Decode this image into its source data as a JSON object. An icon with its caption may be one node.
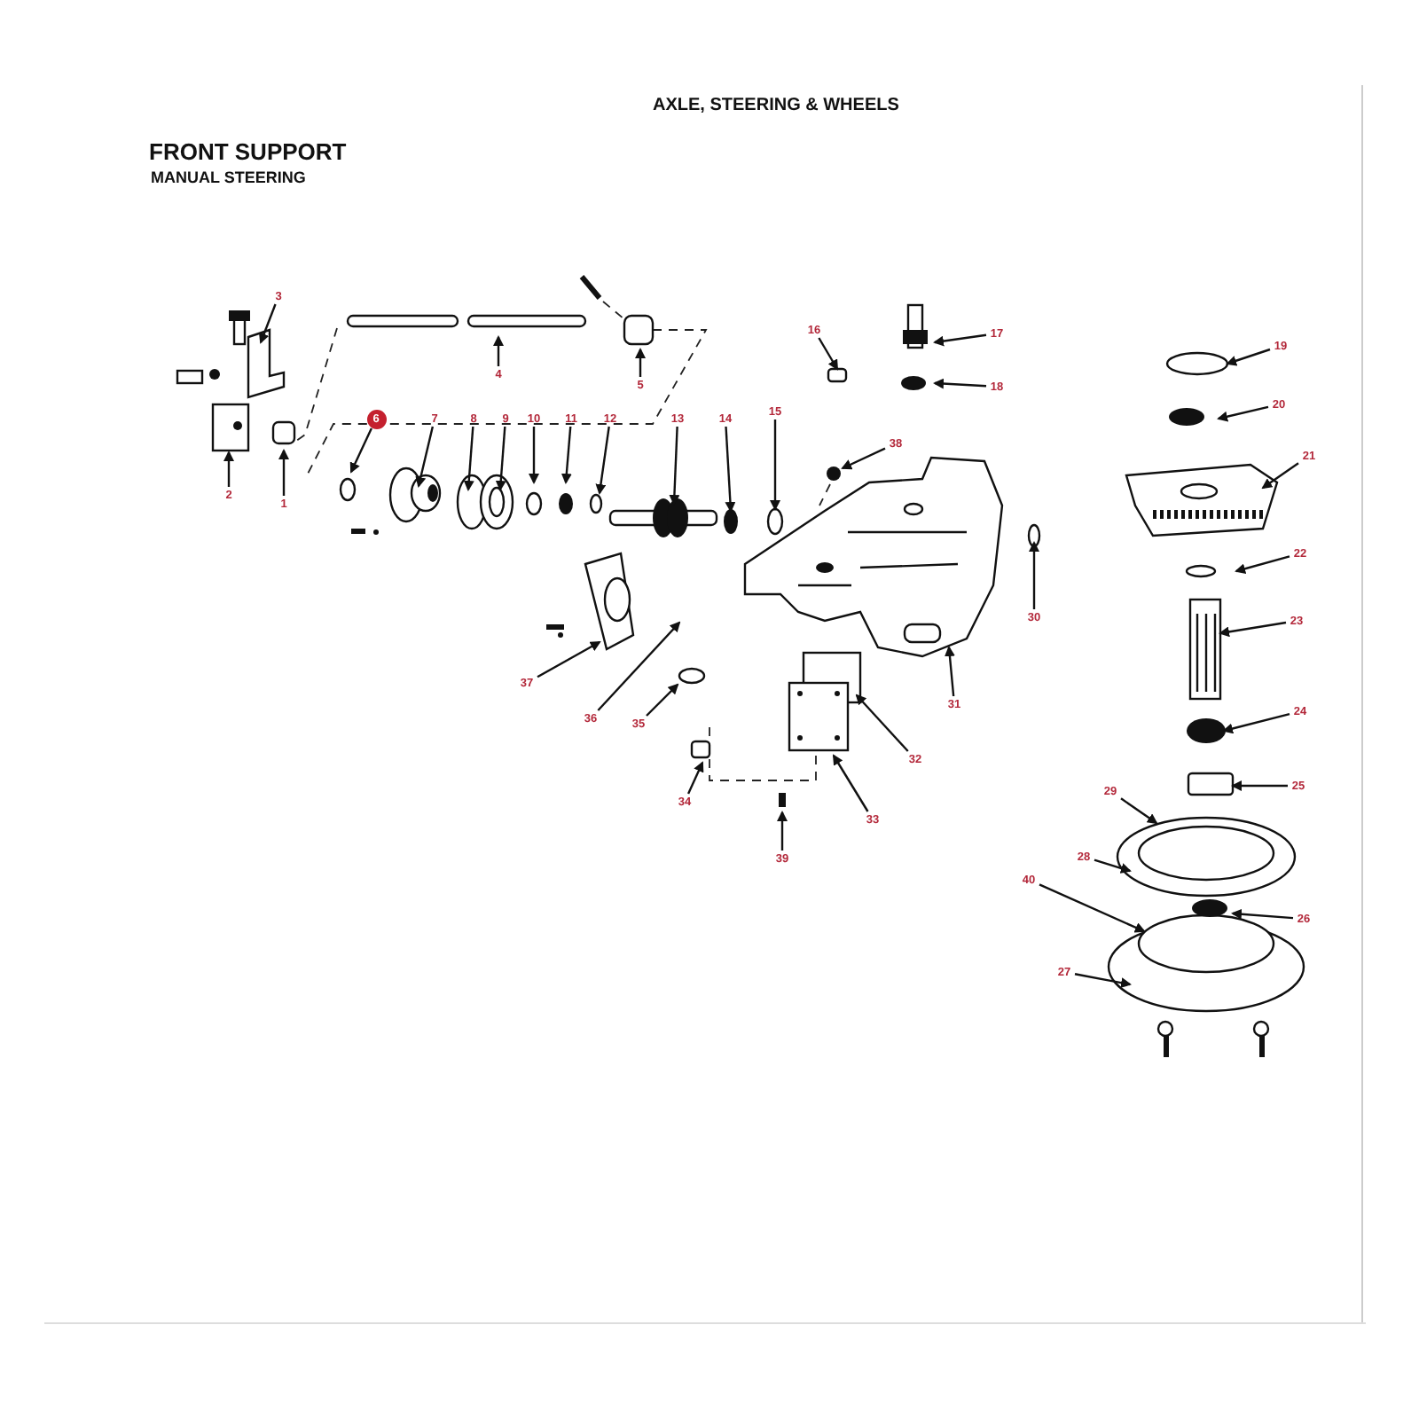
{
  "diagram": {
    "title": "FRONT SUPPORT",
    "labels": [
      "AXLE, STEERING & WHEELS",
      "MANUAL STEERING"
    ],
    "nodes": [
      {
        "text": [
          "1"
        ]
      },
      {
        "text": [
          "2"
        ]
      },
      {
        "text": [
          "3"
        ]
      },
      {
        "text": [
          "4"
        ]
      },
      {
        "text": [
          "5"
        ]
      },
      {
        "text": [
          "6"
        ]
      },
      {
        "text": [
          "7"
        ]
      },
      {
        "text": [
          "8"
        ]
      },
      {
        "text": [
          "9"
        ]
      },
      {
        "text": [
          "10"
        ]
      },
      {
        "text": [
          "11"
        ]
      },
      {
        "text": [
          "12"
        ]
      },
      {
        "text": [
          "13"
        ]
      },
      {
        "text": [
          "14"
        ]
      },
      {
        "text": [
          "15"
        ]
      },
      {
        "text": [
          "16"
        ]
      },
      {
        "text": [
          "17"
        ]
      },
      {
        "text": [
          "18"
        ]
      },
      {
        "text": [
          "19"
        ]
      },
      {
        "text": [
          "20"
        ]
      },
      {
        "text": [
          "21"
        ]
      },
      {
        "text": [
          "22"
        ]
      },
      {
        "text": [
          "23"
        ]
      },
      {
        "text": [
          "24"
        ]
      },
      {
        "text": [
          "25"
        ]
      },
      {
        "text": [
          "26"
        ]
      },
      {
        "text": [
          "27"
        ]
      },
      {
        "text": [
          "28"
        ]
      },
      {
        "text": [
          "29"
        ]
      },
      {
        "text": [
          "30"
        ]
      },
      {
        "text": [
          "31"
        ]
      },
      {
        "text": [
          "32"
        ]
      },
      {
        "text": [
          "33"
        ]
      },
      {
        "text": [
          "34"
        ]
      },
      {
        "text": [
          "35"
        ]
      },
      {
        "text": [
          "36"
        ]
      },
      {
        "text": [
          "37"
        ]
      },
      {
        "text": [
          "38"
        ]
      },
      {
        "text": [
          "39"
        ]
      },
      {
        "text": [
          "40"
        ]
      }
    ],
    "edges": [
      {
        "from": 0,
        "to": null,
        "arrow": "to"
      },
      {
        "from": 1,
        "to": null,
        "arrow": "to"
      },
      {
        "from": 2,
        "to": null,
        "arrow": "to"
      },
      {
        "from": 3,
        "to": null,
        "arrow": "to"
      },
      {
        "from": 4,
        "to": null,
        "arrow": "to"
      },
      {
        "from": 5,
        "to": null,
        "arrow": "to"
      },
      {
        "from": 6,
        "to": null,
        "arrow": "to"
      },
      {
        "from": 7,
        "to": null,
        "arrow": "to"
      },
      {
        "from": 8,
        "to": null,
        "arrow": "to"
      },
      {
        "from": 9,
        "to": null,
        "arrow": "to"
      },
      {
        "from": 10,
        "to": null,
        "arrow": "to"
      },
      {
        "from": 11,
        "to": null,
        "arrow": "to"
      },
      {
        "from": 12,
        "to": null,
        "arrow": "to"
      },
      {
        "from": 13,
        "to": null,
        "arrow": "to"
      },
      {
        "from": 14,
        "to": null,
        "arrow": "to"
      },
      {
        "from": 15,
        "to": null,
        "arrow": "to"
      },
      {
        "from": 16,
        "to": null,
        "arrow": "to"
      },
      {
        "from": 17,
        "to": null,
        "arrow": "to"
      },
      {
        "from": 18,
        "to": null,
        "arrow": "to"
      },
      {
        "from": 19,
        "to": null,
        "arrow": "to"
      },
      {
        "from": 20,
        "to": null,
        "arrow": "to"
      },
      {
        "from": 21,
        "to": null,
        "arrow": "to"
      },
      {
        "from": 22,
        "to": null,
        "arrow": "to"
      },
      {
        "from": 23,
        "to": null,
        "arrow": "to"
      },
      {
        "from": 24,
        "to": null,
        "arrow": "to"
      },
      {
        "from": 25,
        "to": null,
        "arrow": "to"
      },
      {
        "from": 26,
        "to": null,
        "arrow": "to"
      },
      {
        "from": 27,
        "to": null,
        "arrow": "to"
      },
      {
        "from": 28,
        "to": null,
        "arrow": "to"
      },
      {
        "from": 29,
        "to": null,
        "arrow": "to"
      },
      {
        "from": 30,
        "to": null,
        "arrow": "to"
      },
      {
        "from": 31,
        "to": null,
        "arrow": "to"
      },
      {
        "from": 32,
        "to": null,
        "arrow": "to"
      },
      {
        "from": 33,
        "to": null,
        "arrow": "to"
      },
      {
        "from": 34,
        "to": null,
        "arrow": "to"
      },
      {
        "from": 35,
        "to": null,
        "arrow": "to"
      },
      {
        "from": 36,
        "to": null,
        "arrow": "to"
      },
      {
        "from": 37,
        "to": null,
        "arrow": "to"
      },
      {
        "from": 38,
        "to": null,
        "arrow": "to"
      },
      {
        "from": 39,
        "to": null,
        "arrow": "to"
      }
    ]
  }
}
